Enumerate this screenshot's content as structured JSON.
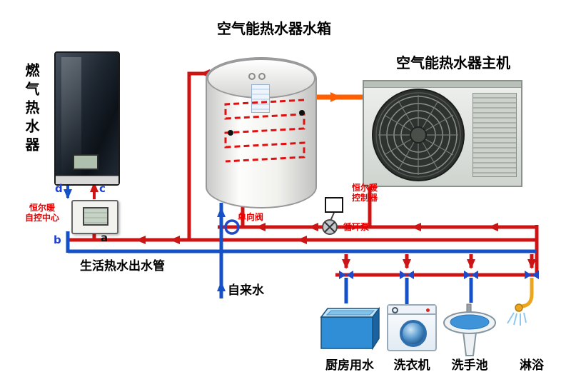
{
  "titles": {
    "tank_title": "空气能热水器水箱",
    "main_unit_title": "空气能热水器主机"
  },
  "labels": {
    "gas_heater": "燃气热水器",
    "control_center_line1": "恒尔暖",
    "control_center_line2": "自控中心",
    "controller_line1": "恒尔暖",
    "controller_line2": "控制器",
    "check_valve": "单向阀",
    "pump": "循环泵",
    "hot_water_out": "生活热水出水管",
    "tap_water": "自来水"
  },
  "ports": {
    "a": "a",
    "b": "b",
    "c": "c",
    "d": "d"
  },
  "fixtures": [
    {
      "label": "厨房用水"
    },
    {
      "label": "洗衣机"
    },
    {
      "label": "洗手池"
    },
    {
      "label": "淋浴"
    }
  ],
  "colors": {
    "hot_pipe": "#cc1414",
    "cold_pipe": "#1450c8",
    "supply_pipe": "#ff5f00",
    "valve_blue": "#1f49c8",
    "label_red": "#e80000"
  }
}
